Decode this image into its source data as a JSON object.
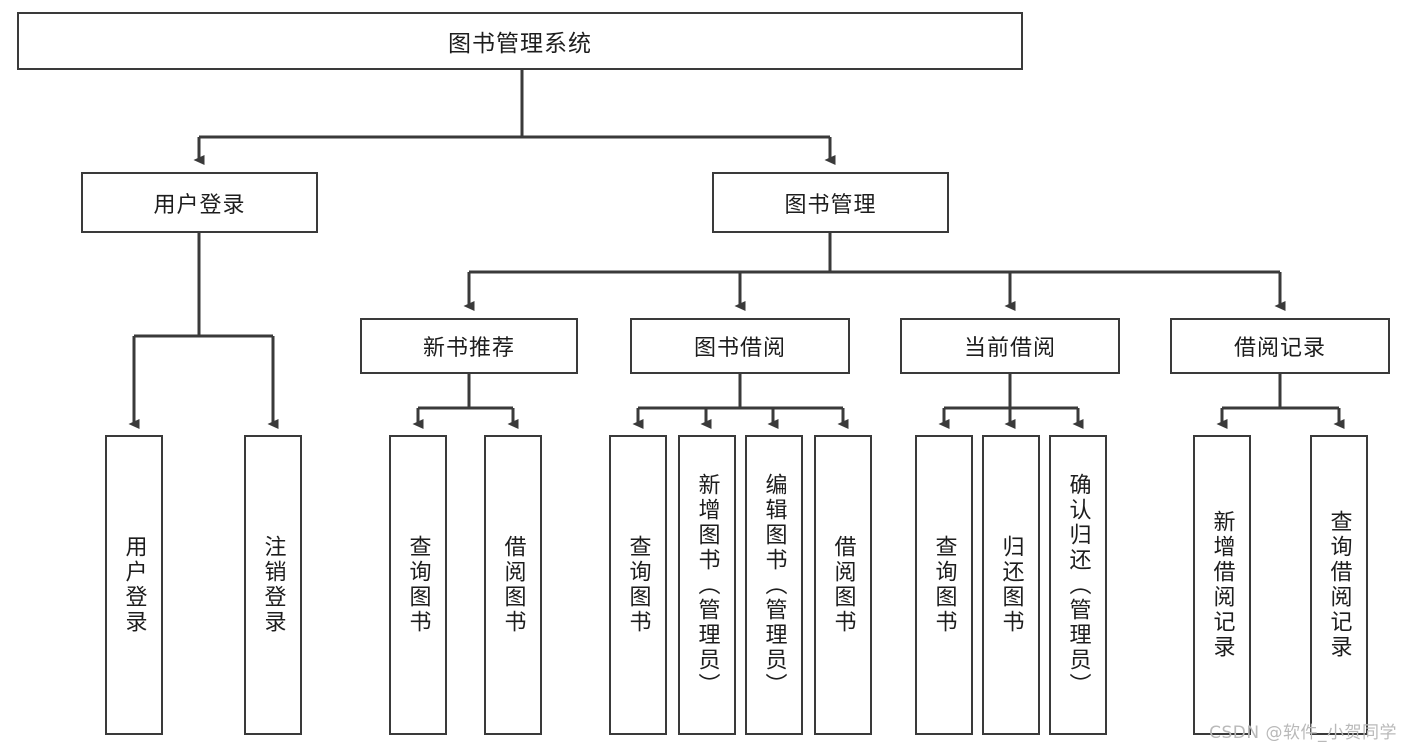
{
  "diagram": {
    "title": "图书管理系统",
    "type": "tree",
    "root": {
      "label": "图书管理系统"
    },
    "level2": [
      {
        "label": "用户登录"
      },
      {
        "label": "图书管理"
      }
    ],
    "level3": [
      {
        "label": "新书推荐"
      },
      {
        "label": "图书借阅"
      },
      {
        "label": "当前借阅"
      },
      {
        "label": "借阅记录"
      }
    ],
    "leaves": {
      "user_login": [
        {
          "label": "用户登录"
        },
        {
          "label": "注销登录"
        }
      ],
      "new_book": [
        {
          "label": "查询图书"
        },
        {
          "label": "借阅图书"
        }
      ],
      "borrow": [
        {
          "label": "查询图书"
        },
        {
          "label": "新增图书（管理员）"
        },
        {
          "label": "编辑图书（管理员）"
        },
        {
          "label": "借阅图书"
        }
      ],
      "current": [
        {
          "label": "查询图书"
        },
        {
          "label": "归还图书"
        },
        {
          "label": "确认归还（管理员）"
        }
      ],
      "records": [
        {
          "label": "新增借阅记录"
        },
        {
          "label": "查询借阅记录"
        }
      ]
    }
  },
  "watermark": {
    "text": "CSDN @软件_小贺同学"
  },
  "colors": {
    "stroke": "#3a3a3a",
    "background": "#ffffff",
    "text": "#1d1d1d",
    "watermark": "#b9b9b9"
  }
}
